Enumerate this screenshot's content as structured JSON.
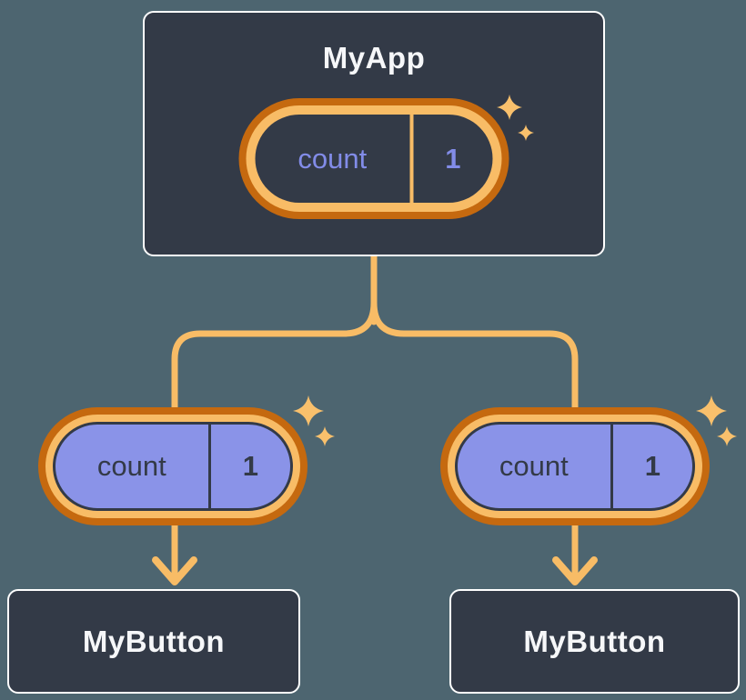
{
  "tree": {
    "root": {
      "title": "MyApp",
      "state": {
        "label": "count",
        "value": "1"
      }
    },
    "children": [
      {
        "title": "MyButton",
        "prop": {
          "label": "count",
          "value": "1"
        }
      },
      {
        "title": "MyButton",
        "prop": {
          "label": "count",
          "value": "1"
        }
      }
    ]
  },
  "icons": {
    "sparkle": "sparkle-icon",
    "arrow": "arrow-down-icon"
  },
  "colors": {
    "background": "#4D6570",
    "card_fill": "#333A47",
    "card_border": "#FFFFFF",
    "title_text": "#F6F7F9",
    "amber_line": "#F8BC66",
    "orange_dark": "#C5690F",
    "periwinkle_fill": "#8A93E8",
    "periwinkle_text": "#828CE8",
    "navy_text": "#333A47"
  }
}
